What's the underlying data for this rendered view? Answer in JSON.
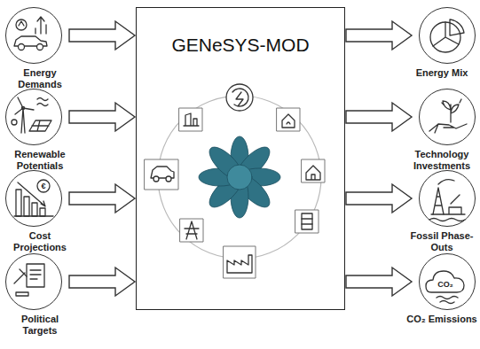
{
  "diagram": {
    "nodes": [
      {
        "text": [
          "Energy Demands"
        ]
      },
      {
        "text": [
          "Renewable Potentials"
        ]
      },
      {
        "text": [
          "Cost Projections"
        ]
      },
      {
        "text": [
          "Political Targets"
        ]
      },
      {
        "text": [
          "GENeSYS-MOD"
        ]
      },
      {
        "text": [
          "Energy Mix"
        ]
      },
      {
        "text": [
          "Technology Investments"
        ]
      },
      {
        "text": [
          "Fossil Phase-Outs"
        ]
      },
      {
        "text": [
          "CO₂ Emissions"
        ]
      }
    ],
    "edges": [
      {
        "from": 0,
        "to": 4,
        "arrow": "to"
      },
      {
        "from": 1,
        "to": 4,
        "arrow": "to"
      },
      {
        "from": 2,
        "to": 4,
        "arrow": "to"
      },
      {
        "from": 3,
        "to": 4,
        "arrow": "to"
      },
      {
        "from": 4,
        "to": 5,
        "arrow": "to"
      },
      {
        "from": 4,
        "to": 6,
        "arrow": "to"
      },
      {
        "from": 4,
        "to": 7,
        "arrow": "to"
      },
      {
        "from": 4,
        "to": 8,
        "arrow": "to"
      }
    ],
    "labels": [
      "€",
      "CO₂"
    ]
  }
}
